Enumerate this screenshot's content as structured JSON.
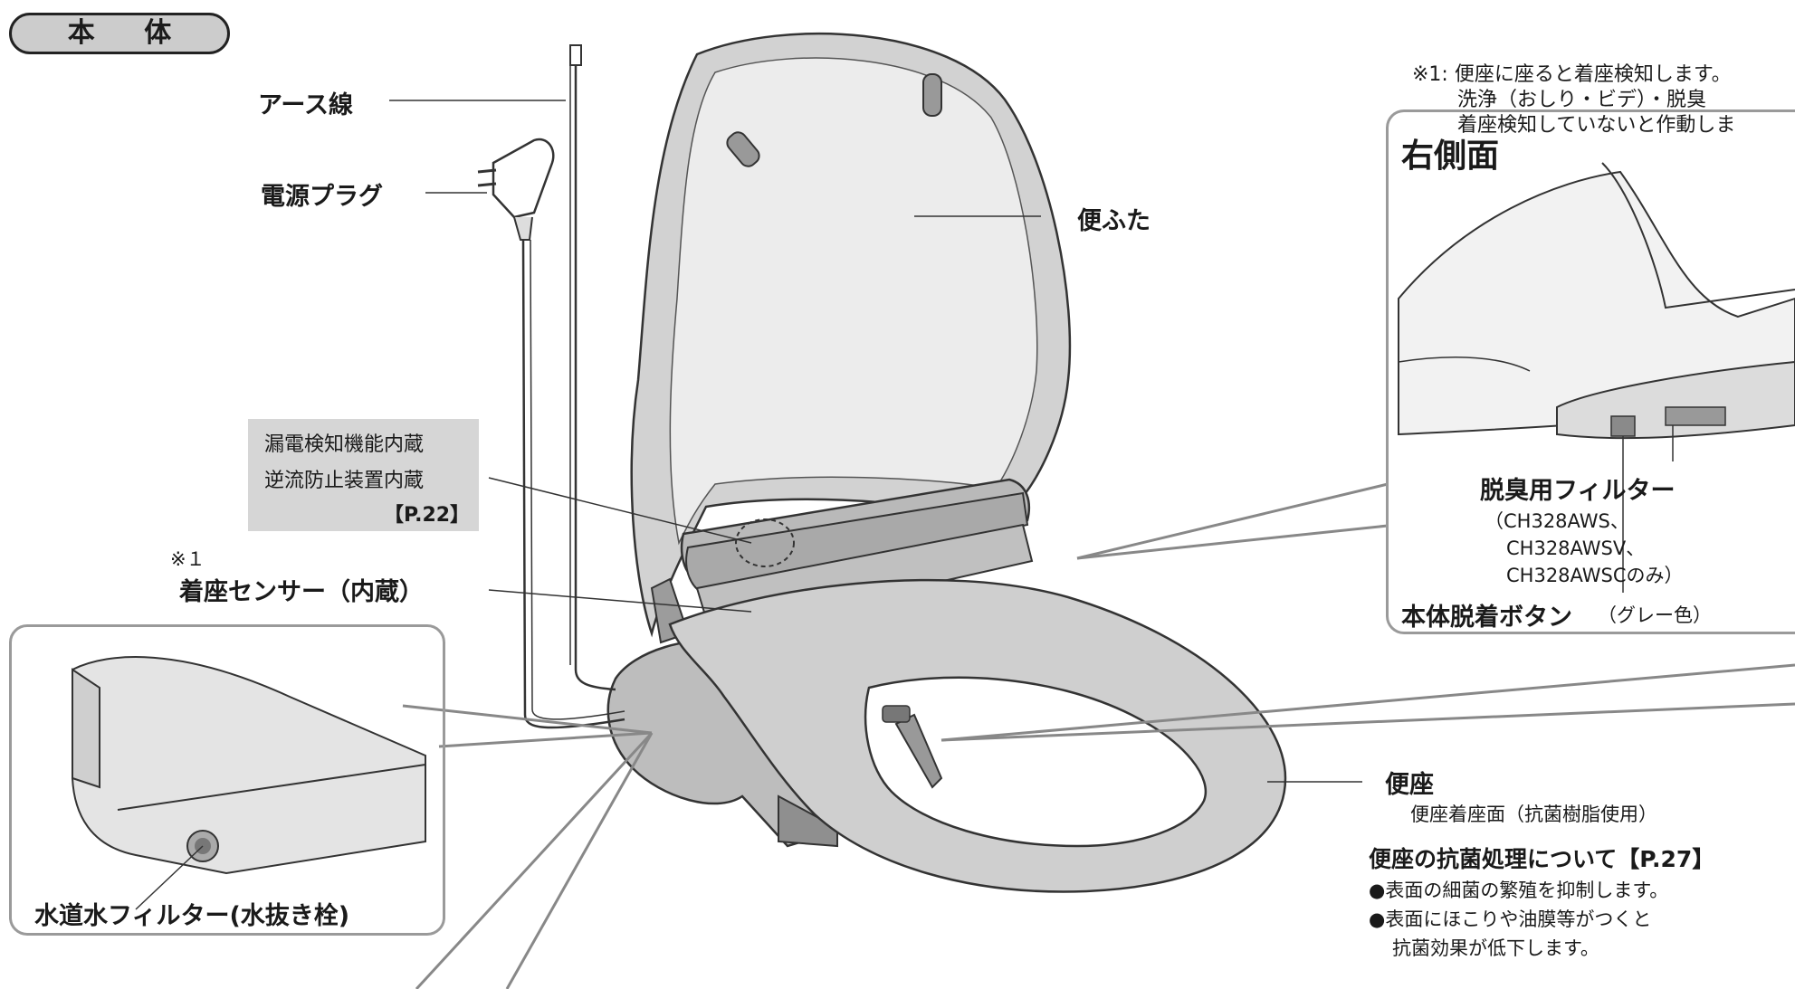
{
  "section_tag": "本 体",
  "notes": {
    "note1_line1": "※1: 便座に座ると着座検知します。",
    "note1_line2": "洗浄（おしり・ビデ）・脱臭",
    "note1_line3": "着座検知していないと作動しま"
  },
  "labels": {
    "earth_wire": "アース線",
    "power_plug": "電源プラグ",
    "lid": "便ふた",
    "seat_sensor_mark": "※１",
    "seat_sensor": "着座センサー（内蔵）",
    "seat": "便座",
    "seat_surface": "便座着座面（抗菌樹脂使用）",
    "water_filter": "水道水フィルター(水抜き栓)"
  },
  "gray_box": {
    "line1": "漏電検知機能内蔵",
    "line2": "逆流防止装置内蔵",
    "line3": "【P.22】"
  },
  "right_callout": {
    "title": "右側面",
    "deodor_filter": "脱臭用フィルター",
    "models_1": "（CH328AWS、",
    "models_2": "CH328AWSV、",
    "models_3": "CH328AWSCのみ）",
    "release_button": "本体脱着ボタン",
    "release_button_note": "（グレー色）"
  },
  "antibacterial": {
    "heading": "便座の抗菌処理について【P.27】",
    "bullet1": "●表面の細菌の繁殖を抑制します。",
    "bullet2": "●表面にほこりや油膜等がつくと",
    "bullet3": "抗菌効果が低下します。"
  },
  "colors": {
    "line": "#333333",
    "body_gray": "#c9c9c9",
    "light_gray": "#e6e6e6",
    "frame_gray": "#9a9a9a"
  }
}
